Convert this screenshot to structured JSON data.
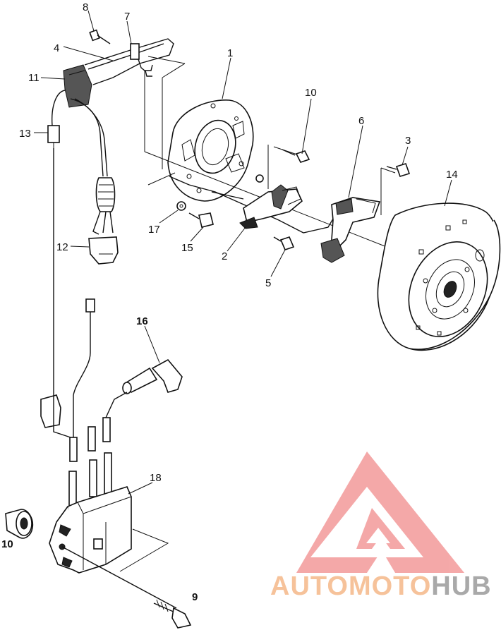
{
  "diagram": {
    "callouts": {
      "c1": "1",
      "c2": "2",
      "c3": "3",
      "c4": "4",
      "c5": "5",
      "c6": "6",
      "c7": "7",
      "c8": "8",
      "c9": "9",
      "c10_top": "10",
      "c10_bottom": "10",
      "c11": "11",
      "c12": "12",
      "c13": "13",
      "c14": "14",
      "c15": "15",
      "c16": "16",
      "c17": "17",
      "c18": "18"
    }
  },
  "watermark": {
    "part1": "AUTOMOTO",
    "part2": "HUB",
    "colors": {
      "triangle": "#f07f7f",
      "text_auto": "#f6c29a",
      "text_hub": "#a9a9a9"
    }
  }
}
